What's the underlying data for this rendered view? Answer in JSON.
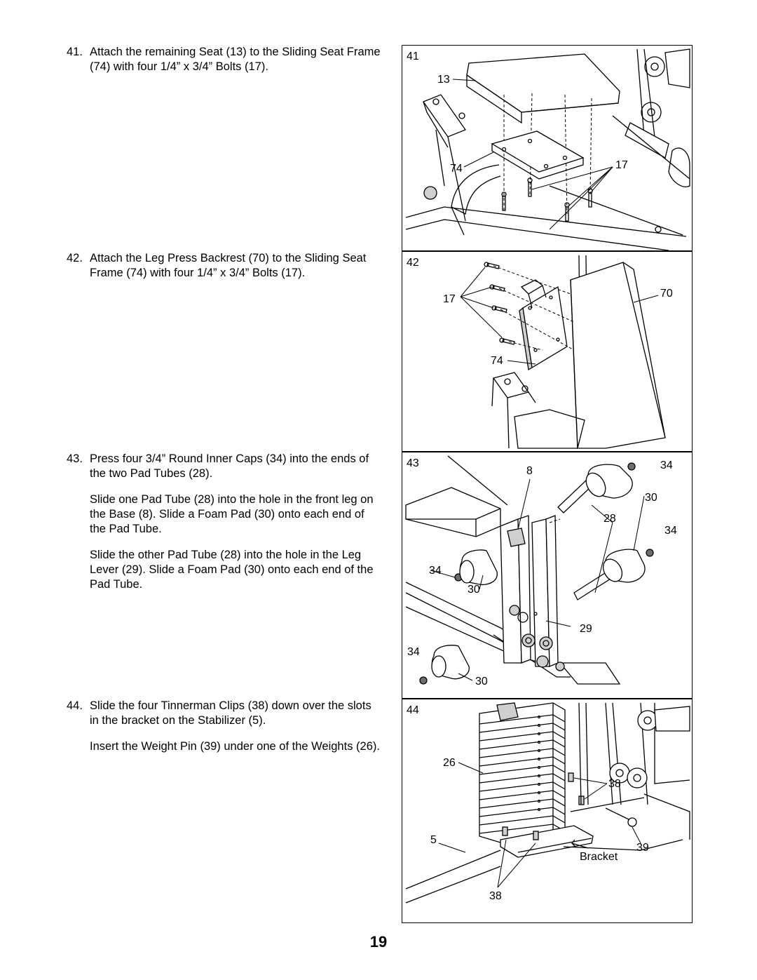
{
  "steps": [
    {
      "number": "41.",
      "paragraphs": [
        "Attach the remaining Seat (13) to the Sliding Seat Frame (74) with four 1/4” x 3/4” Bolts (17)."
      ]
    },
    {
      "number": "42.",
      "paragraphs": [
        "Attach the Leg Press Backrest (70) to the Sliding Seat Frame (74) with four 1/4” x 3/4” Bolts (17)."
      ]
    },
    {
      "number": "43.",
      "paragraphs": [
        "Press four 3/4” Round Inner Caps (34) into the ends of the two Pad Tubes (28).",
        "Slide one Pad Tube (28) into the hole in the front leg on the Base (8). Slide a Foam Pad (30) onto each end of the Pad Tube.",
        "Slide the other Pad Tube (28) into the hole in the Leg Lever (29). Slide a Foam Pad (30) onto each end of the Pad Tube."
      ]
    },
    {
      "number": "44.",
      "paragraphs": [
        "Slide the four Tinnerman Clips (38) down over the slots in the bracket on the Stabilizer (5).",
        "Insert the Weight Pin (39) under one of the Weights (26)."
      ]
    }
  ],
  "figures": [
    {
      "number": "41",
      "callouts": [
        "13",
        "74",
        "17"
      ]
    },
    {
      "number": "42",
      "callouts": [
        "17",
        "70",
        "74"
      ]
    },
    {
      "number": "43",
      "callouts": [
        "34",
        "8",
        "30",
        "28",
        "34",
        "34",
        "30",
        "29",
        "34",
        "30"
      ]
    },
    {
      "number": "44",
      "callouts": [
        "26",
        "38",
        "5",
        "39",
        "Bracket",
        "38"
      ]
    }
  ],
  "page_number": "19"
}
